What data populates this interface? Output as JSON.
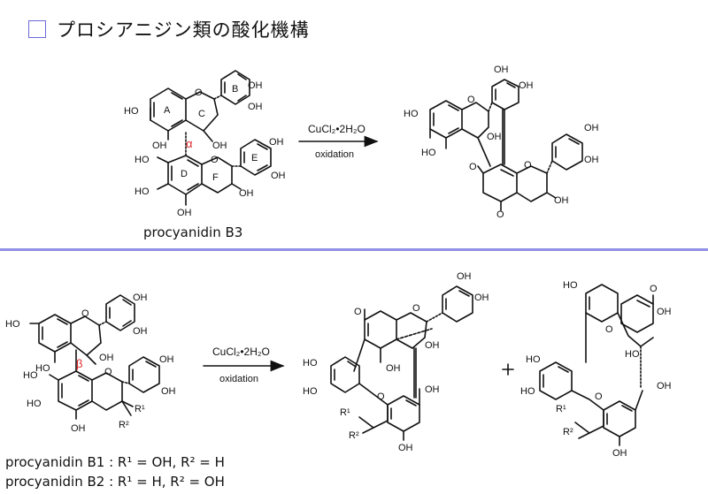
{
  "header": {
    "title": "プロシアニジン類の酸化機構"
  },
  "scheme1": {
    "reactant_name": "procyanidin B3",
    "reagent": "CuCl₂•2H₂O",
    "condition": "oxidation",
    "ring_labels": [
      "A",
      "B",
      "C",
      "D",
      "E",
      "F"
    ],
    "stereo_label": "α",
    "atoms": {
      "oh": "OH",
      "ho": "HO",
      "o": "O"
    }
  },
  "scheme2": {
    "reagent": "CuCl₂•2H₂O",
    "condition": "oxidation",
    "stereo_label": "β",
    "plus": "+",
    "r1": "R¹",
    "r2": "R²",
    "legend": [
      "procyanidin B1 : R¹ = OH, R² = H",
      "procyanidin B2 : R¹ = H, R² = OH"
    ]
  },
  "colors": {
    "accent": "#8f8fe6",
    "stereo": "#e0262a",
    "ink": "#111111"
  }
}
